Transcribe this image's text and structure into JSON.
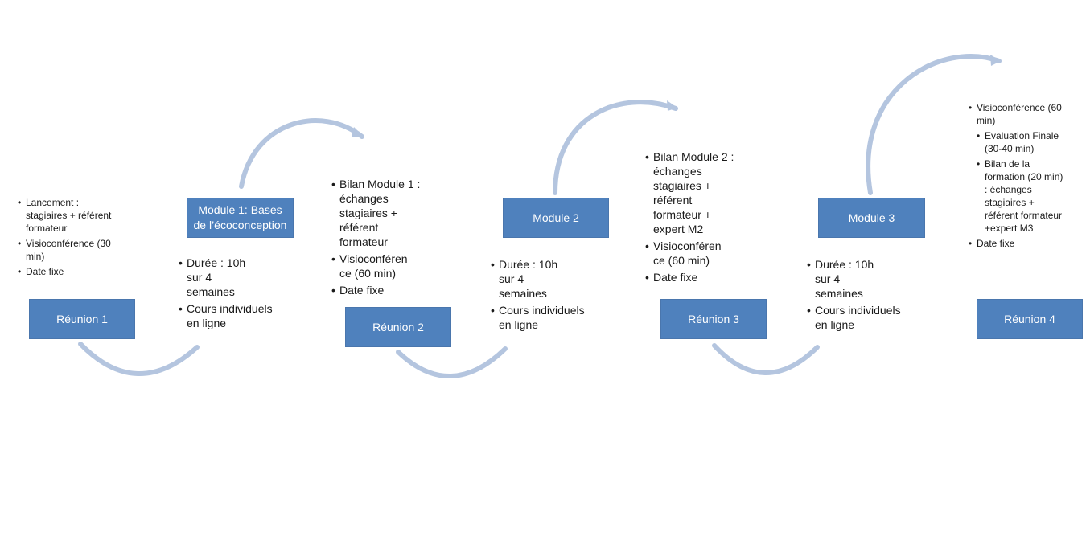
{
  "colors": {
    "box_fill": "#4f81bd",
    "box_text": "#ffffff",
    "arrow": "#b4c5df"
  },
  "boxes": {
    "reunion1": "Réunion 1",
    "module1": "Module 1: Bases de l’écoconception",
    "reunion2": "Réunion 2",
    "module2": "Module 2",
    "reunion3": "Réunion 3",
    "module3": "Module 3",
    "reunion4": "Réunion 4"
  },
  "details": {
    "reunion1": [
      "Lancement : stagiaires + référent formateur",
      "Visioconférence (30 min)",
      "Date fixe"
    ],
    "module1": [
      "Durée : 10h sur 4 semaines",
      "Cours individuels en ligne"
    ],
    "reunion2": [
      "Bilan Module 1 : échanges stagiaires + référent formateur",
      "Visioconféren ce (60 min)",
      "Date fixe"
    ],
    "module2": [
      "Durée : 10h sur 4 semaines",
      "Cours individuels en ligne"
    ],
    "reunion3": [
      "Bilan Module 2 : échanges stagiaires + référent formateur + expert M2",
      "Visioconféren ce (60 min)",
      "Date fixe"
    ],
    "module3": [
      "Durée : 10h sur 4 semaines",
      "Cours individuels en ligne"
    ],
    "reunion4": {
      "item1": "Visioconférence (60 min)",
      "sub1": "Evaluation Finale (30-40 min)",
      "sub2": "Bilan de la formation (20 min) : échanges stagiaires + référent formateur +expert M3",
      "item2": "Date fixe"
    }
  }
}
